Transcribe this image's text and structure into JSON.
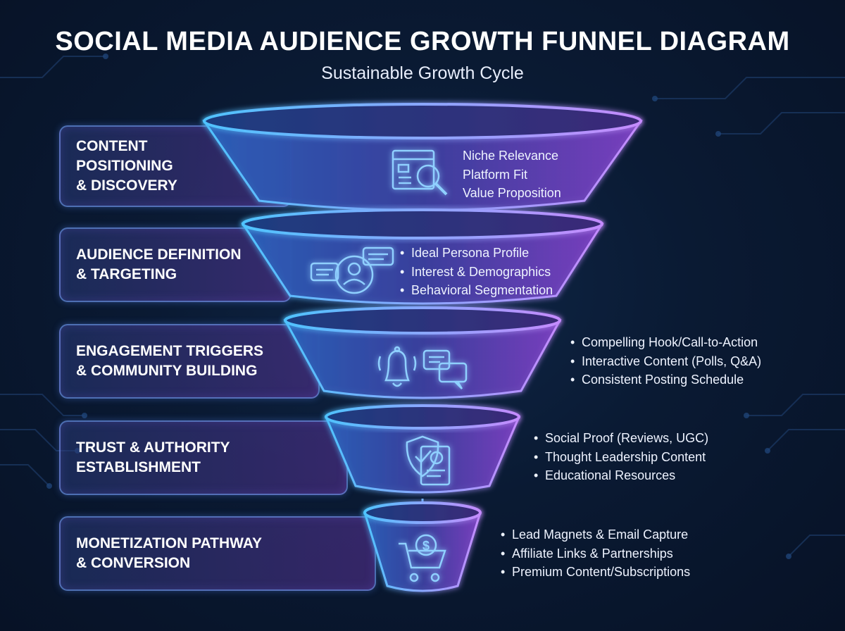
{
  "title": "SOCIAL MEDIA AUDIENCE GROWTH FUNNEL DIAGRAM",
  "subtitle": "Sustainable Growth Cycle",
  "colors": {
    "background": "#0a1a33",
    "cyan_glow": "#4fc3ff",
    "violet_glow": "#c58bff",
    "label_border": "#78aaff"
  },
  "stages": [
    {
      "label": "CONTENT\nPOSITIONING\n& DISCOVERY",
      "icon": "webpage-search-icon",
      "bullets": [
        "Niche Relevance",
        "Platform Fit",
        "Value Proposition"
      ],
      "bulleted": false
    },
    {
      "label": "AUDIENCE DEFINITION\n& TARGETING",
      "icon": "persona-chat-icon",
      "bullets": [
        "Ideal Persona Profile",
        "Interest & Demographics",
        "Behavioral Segmentation"
      ],
      "bulleted": true
    },
    {
      "label": "ENGAGEMENT TRIGGERS\n& COMMUNITY BUILDING",
      "icon": "bell-chat-icon",
      "bullets": [
        "Compelling Hook/Call-to-Action",
        "Interactive Content (Polls, Q&A)",
        "Consistent Posting Schedule"
      ],
      "bulleted": true
    },
    {
      "label": "TRUST & AUTHORITY\nESTABLISHMENT",
      "icon": "shield-certificate-icon",
      "bullets": [
        "Social Proof (Reviews, UGC)",
        "Thought Leadership Content",
        "Educational Resources"
      ],
      "bulleted": true
    },
    {
      "label": "MONETIZATION PATHWAY\n& CONVERSION",
      "icon": "cart-dollar-icon",
      "bullets": [
        "Lead Magnets & Email Capture",
        "Affiliate Links & Partnerships",
        "Premium Content/Subscriptions"
      ],
      "bulleted": true
    }
  ]
}
